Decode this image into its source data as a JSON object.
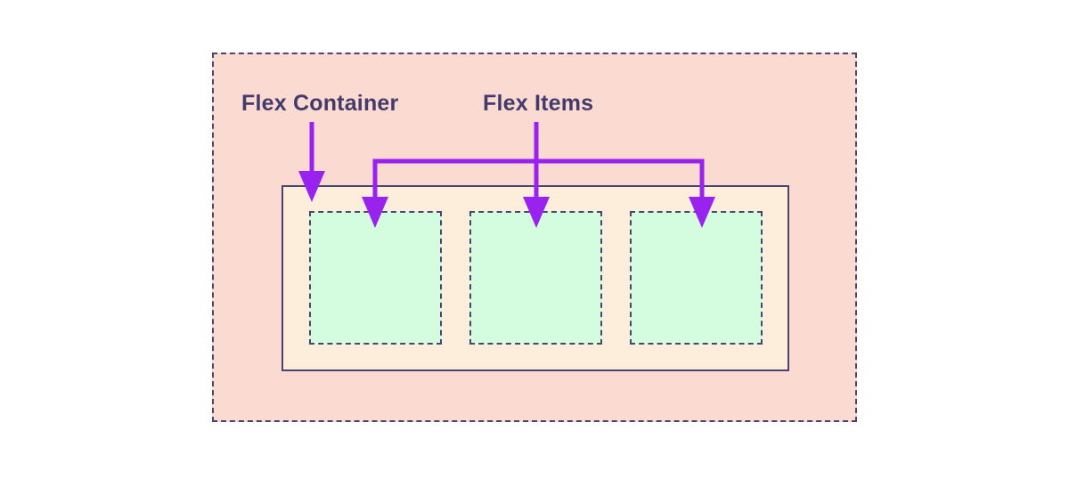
{
  "diagram": {
    "title": "CSS Flexbox structure diagram",
    "labels": [
      {
        "id": "flex-container",
        "text": "Flex Container"
      },
      {
        "id": "flex-items",
        "text": "Flex Items"
      }
    ],
    "regions": {
      "outer": {
        "name": "flex-container-region",
        "fill": "#fbdad2",
        "stroke": "#4a4570",
        "stroke_style": "dashed"
      },
      "container": {
        "name": "flex-container-box",
        "fill": "#fceeda",
        "stroke": "#4a4570",
        "stroke_style": "solid"
      },
      "items": [
        {
          "name": "flex-item-1",
          "fill": "#d4fcdf",
          "stroke": "#4a4570",
          "stroke_style": "dashed"
        },
        {
          "name": "flex-item-2",
          "fill": "#d4fcdf",
          "stroke": "#4a4570",
          "stroke_style": "dashed"
        },
        {
          "name": "flex-item-3",
          "fill": "#d4fcdf",
          "stroke": "#4a4570",
          "stroke_style": "dashed"
        }
      ]
    },
    "annotations": {
      "arrow_color": "#9922ee",
      "container_arrow": "container-pointer-arrow",
      "items_bracket": "items-bracket-arrows"
    },
    "colors": {
      "background": "#ffffff",
      "label_text": "#433b6b",
      "arrow": "#9922ee",
      "outline": "#4a4570",
      "outer_fill": "#fbdad2",
      "container_fill": "#fceeda",
      "item_fill": "#d4fcdf"
    }
  }
}
